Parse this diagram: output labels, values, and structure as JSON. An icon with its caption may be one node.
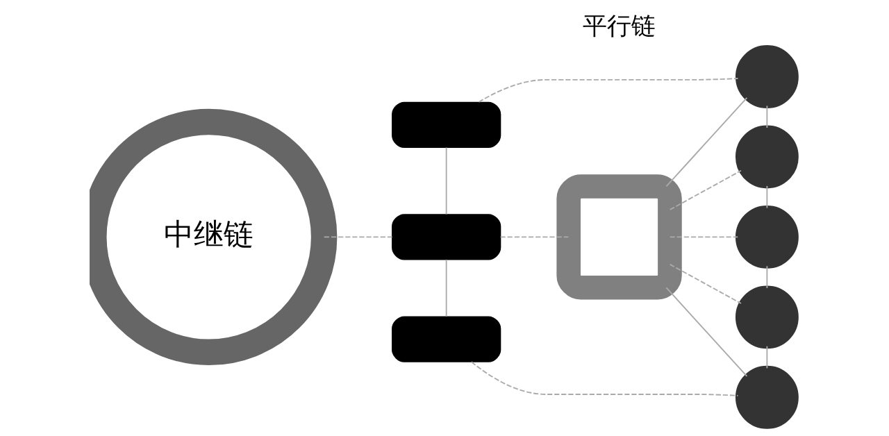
{
  "diagram": {
    "nodes": [
      {
        "text": [
          "中继链"
        ]
      },
      {
        "text": [],
        "shape": "box"
      },
      {
        "text": [],
        "shape": "box"
      },
      {
        "text": [],
        "shape": "box"
      },
      {
        "text": [],
        "shape": "box"
      },
      {
        "text": [],
        "shape": "circle"
      },
      {
        "text": [],
        "shape": "circle"
      },
      {
        "text": [],
        "shape": "circle"
      },
      {
        "text": [],
        "shape": "circle"
      },
      {
        "text": [],
        "shape": "circle"
      }
    ],
    "edges": [
      {
        "from": 0,
        "to": 2,
        "arrow": "none",
        "style": "dashed"
      },
      {
        "from": 1,
        "to": 2,
        "arrow": "none"
      },
      {
        "from": 2,
        "to": 3,
        "arrow": "none"
      },
      {
        "from": 1,
        "to": 5,
        "arrow": "none",
        "style": "dashed"
      },
      {
        "from": 2,
        "to": 4,
        "arrow": "none",
        "style": "dashed"
      },
      {
        "from": 3,
        "to": 9,
        "arrow": "none",
        "style": "dashed"
      },
      {
        "from": 4,
        "to": 5,
        "arrow": "none"
      },
      {
        "from": 4,
        "to": 6,
        "arrow": "none",
        "style": "dashed"
      },
      {
        "from": 4,
        "to": 7,
        "arrow": "none",
        "style": "dashed"
      },
      {
        "from": 4,
        "to": 8,
        "arrow": "none",
        "style": "dashed"
      },
      {
        "from": 4,
        "to": 9,
        "arrow": "none"
      },
      {
        "from": 5,
        "to": 6,
        "arrow": "none"
      },
      {
        "from": 6,
        "to": 7,
        "arrow": "none"
      },
      {
        "from": 7,
        "to": 8,
        "arrow": "none"
      },
      {
        "from": 8,
        "to": 9,
        "arrow": "none"
      }
    ],
    "labels": [
      "平行链"
    ]
  }
}
